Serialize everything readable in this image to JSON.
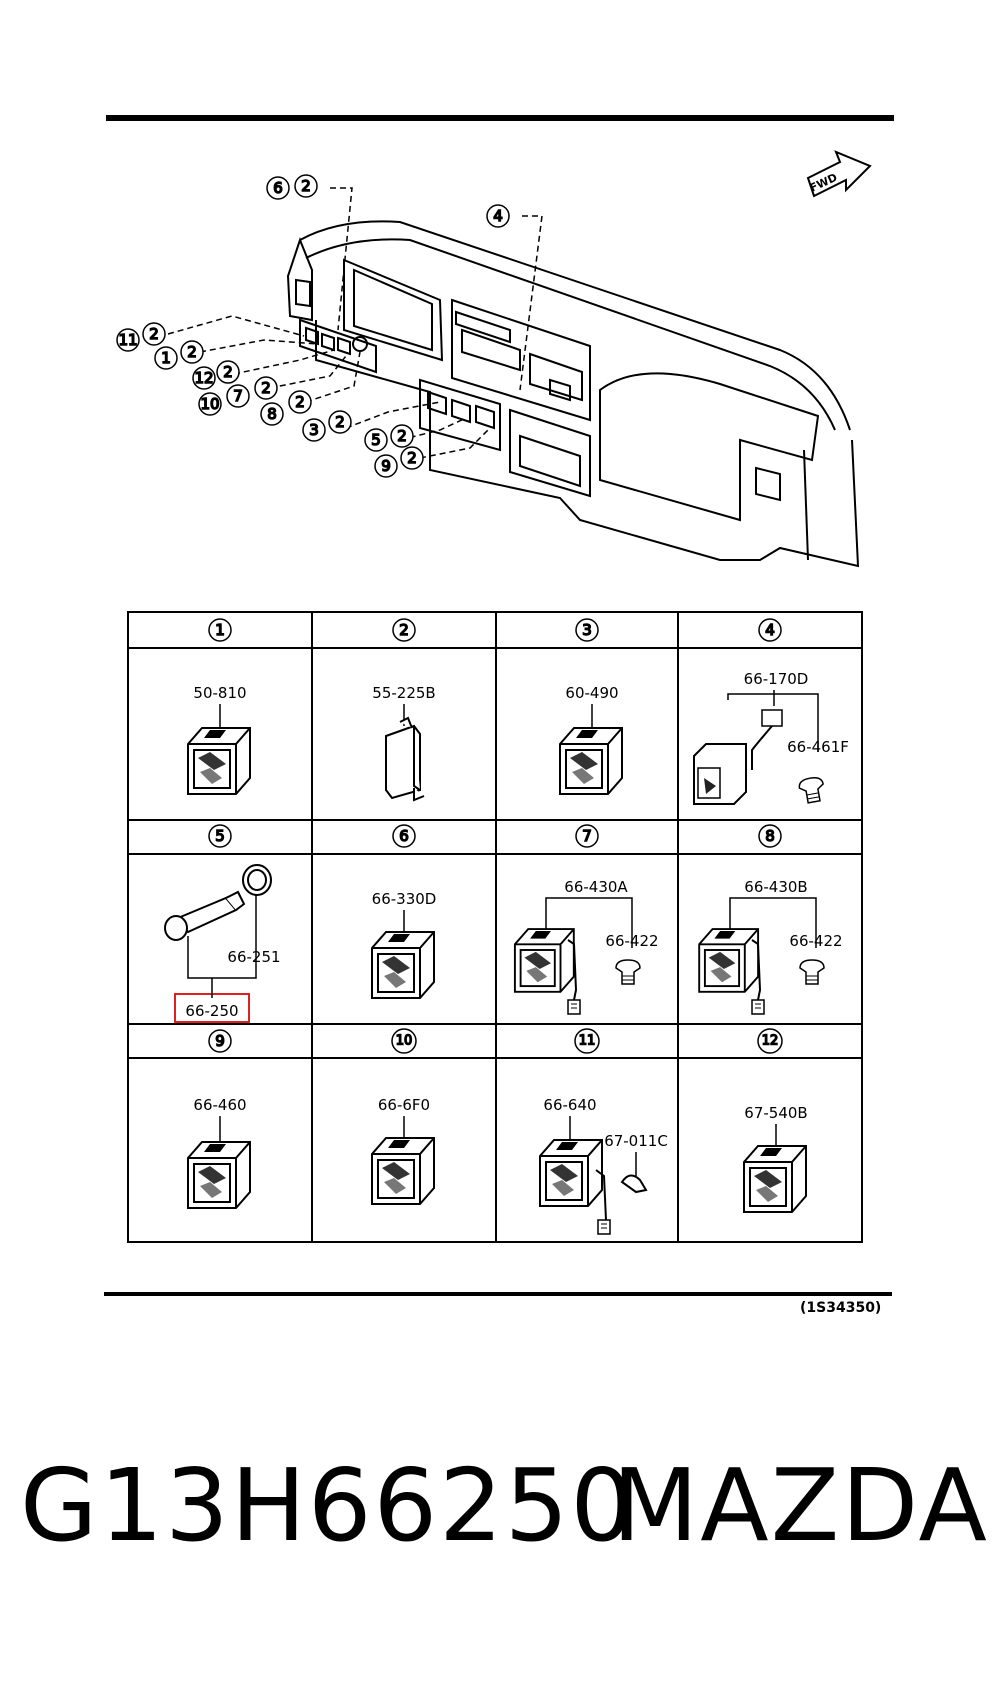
{
  "diagram": {
    "fwd_label": "FWD",
    "callouts": {
      "c6": "6",
      "c4": "4",
      "c11": "11",
      "c1": "1",
      "c12": "12",
      "c10": "10",
      "c7": "7",
      "c8": "8",
      "c3": "3",
      "c5": "5",
      "c9": "9",
      "c2": "2"
    },
    "cells": [
      {
        "num": "1",
        "parts": [
          "50-810"
        ]
      },
      {
        "num": "2",
        "parts": [
          "55-225B"
        ]
      },
      {
        "num": "3",
        "parts": [
          "60-490"
        ]
      },
      {
        "num": "4",
        "parts": [
          "66-170D",
          "66-461F"
        ]
      },
      {
        "num": "5",
        "parts": [
          "66-251",
          "66-250"
        ]
      },
      {
        "num": "6",
        "parts": [
          "66-330D"
        ]
      },
      {
        "num": "7",
        "parts": [
          "66-430A",
          "66-422"
        ]
      },
      {
        "num": "8",
        "parts": [
          "66-430B",
          "66-422"
        ]
      },
      {
        "num": "9",
        "parts": [
          "66-460"
        ]
      },
      {
        "num": "10",
        "parts": [
          "66-6F0"
        ]
      },
      {
        "num": "11",
        "parts": [
          "66-640",
          "67-011C"
        ]
      },
      {
        "num": "12",
        "parts": [
          "67-540B"
        ]
      }
    ],
    "highlight_color": "#e02020",
    "reference_code": "(1S34350)"
  },
  "footer": {
    "part_number": "G13H66250",
    "brand": "MAZDA"
  }
}
